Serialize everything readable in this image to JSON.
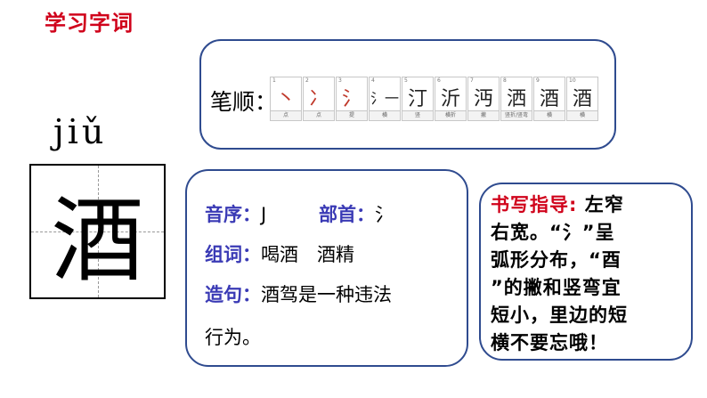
{
  "header": {
    "title": "学习字词"
  },
  "pinyin": "jiǔ",
  "character": "酒",
  "stroke_order": {
    "label": "笔顺：",
    "steps": [
      {
        "index": "1",
        "glyph": "丶",
        "name": "点"
      },
      {
        "index": "2",
        "glyph": "冫",
        "name": "点"
      },
      {
        "index": "3",
        "glyph": "氵",
        "name": "提"
      },
      {
        "index": "4",
        "glyph": "氵一",
        "name": "横"
      },
      {
        "index": "5",
        "glyph": "汀",
        "name": "竖"
      },
      {
        "index": "6",
        "glyph": "沂",
        "name": "横折"
      },
      {
        "index": "7",
        "glyph": "沔",
        "name": "撇"
      },
      {
        "index": "8",
        "glyph": "洒",
        "name": "竖折/竖弯"
      },
      {
        "index": "9",
        "glyph": "酒",
        "name": "横"
      },
      {
        "index": "10",
        "glyph": "酒",
        "name": "横"
      }
    ]
  },
  "info": {
    "yinxu_label": "音序：",
    "yinxu_value": "J",
    "bushou_label": "部首：",
    "bushou_value": "氵",
    "zuci_label": "组词：",
    "zuci_value": "喝酒　酒精",
    "zaoju_label": "造句：",
    "zaoju_line1": "酒驾是一种违法",
    "zaoju_line2": "行为。"
  },
  "guide": {
    "label": "书写指导:",
    "lines": [
      "左窄",
      "右宽。“氵”呈",
      "弧形分布，“酉",
      "”的撇和竖弯宜",
      "短小，里边的短",
      "横不要忘哦！"
    ]
  },
  "colors": {
    "accent_red": "#d0021b",
    "label_blue": "#3a3ab5",
    "panel_border": "#2f4b8f"
  }
}
